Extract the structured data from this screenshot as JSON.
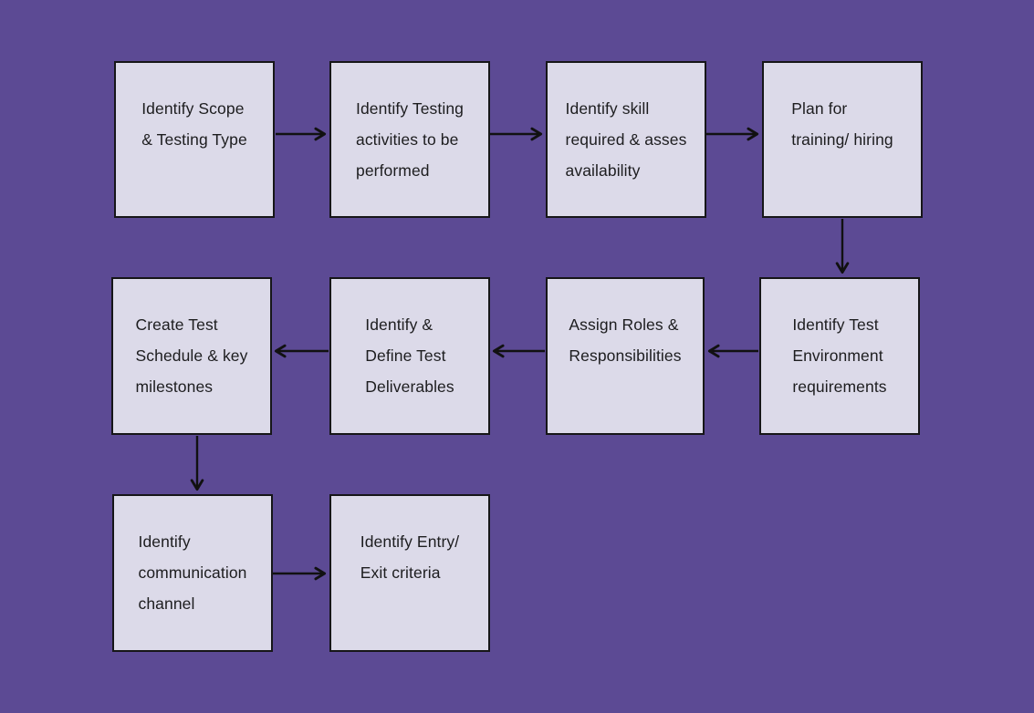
{
  "canvas": {
    "background_color": "#5c4a94",
    "node_fill_color": "#dcdae9",
    "node_border_color": "#161618",
    "text_color": "#1d1d1f",
    "arrow_color": "#111111"
  },
  "nodes": [
    {
      "id": "scope-testing-type",
      "text": "Identify Scope\n& Testing Type"
    },
    {
      "id": "testing-activities",
      "text": "Identify Testing\nactivities to be\nperformed"
    },
    {
      "id": "skill-required",
      "text": "Identify skill\nrequired & asses\navailability"
    },
    {
      "id": "plan-training-hiring",
      "text": "Plan for\ntraining/ hiring"
    },
    {
      "id": "test-schedule",
      "text": "Create Test\nSchedule & key\nmilestones"
    },
    {
      "id": "test-deliverables",
      "text": "Identify &\nDefine Test\nDeliverables"
    },
    {
      "id": "roles-responsibilities",
      "text": "Assign Roles &\nResponsibilities"
    },
    {
      "id": "test-environment",
      "text": "Identify Test\nEnvironment\nrequirements"
    },
    {
      "id": "communication-channel",
      "text": "Identify\ncommunication\nchannel"
    },
    {
      "id": "entry-exit-criteria",
      "text": "Identify Entry/\nExit criteria"
    }
  ],
  "connections": [
    {
      "from": "scope-testing-type",
      "to": "testing-activities",
      "direction": "right"
    },
    {
      "from": "testing-activities",
      "to": "skill-required",
      "direction": "right"
    },
    {
      "from": "skill-required",
      "to": "plan-training-hiring",
      "direction": "right"
    },
    {
      "from": "plan-training-hiring",
      "to": "test-environment",
      "direction": "down"
    },
    {
      "from": "test-environment",
      "to": "roles-responsibilities",
      "direction": "left"
    },
    {
      "from": "roles-responsibilities",
      "to": "test-deliverables",
      "direction": "left"
    },
    {
      "from": "test-deliverables",
      "to": "test-schedule",
      "direction": "left"
    },
    {
      "from": "test-schedule",
      "to": "communication-channel",
      "direction": "down"
    },
    {
      "from": "communication-channel",
      "to": "entry-exit-criteria",
      "direction": "right"
    }
  ]
}
